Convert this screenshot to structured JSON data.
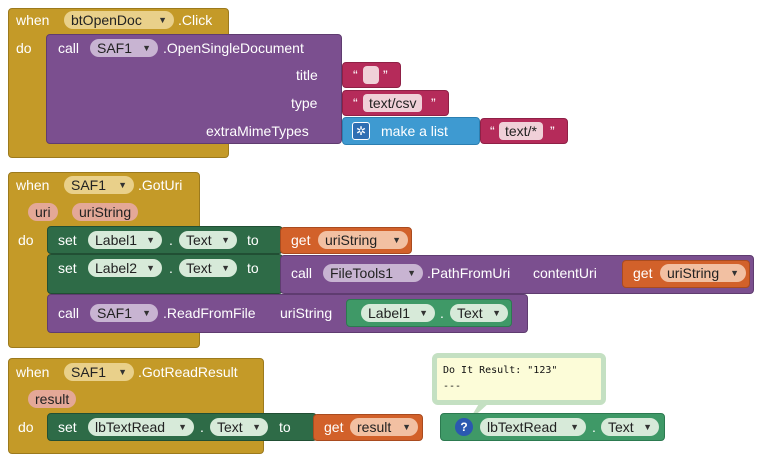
{
  "colors": {
    "event": "#c49a28",
    "procedure": "#7b4f8f",
    "setter": "#2e6b47",
    "text": "#b52b5a",
    "list": "#3e9ad1",
    "getter": "#d2612a",
    "component": "#3f9967"
  },
  "block1": {
    "when": "when",
    "component": "btOpenDoc",
    "event": ".Click",
    "do": "do",
    "call": "call",
    "call_component": "SAF1",
    "method": ".OpenSingleDocument",
    "title_label": "title",
    "title_value": "",
    "type_label": "type",
    "type_value": "text/csv",
    "extra_label": "extraMimeTypes",
    "make_list": "make a list",
    "list_item": "text/*",
    "quote_open": "“",
    "quote_close": "”"
  },
  "block2": {
    "when": "when",
    "component": "SAF1",
    "event": ".GotUri",
    "param1": "uri",
    "param2": "uriString",
    "do": "do",
    "set": "set",
    "set1_component": "Label1",
    "set1_prop": "Text",
    "to": "to",
    "get": "get",
    "get1_var": "uriString",
    "set2_component": "Label2",
    "set2_prop": "Text",
    "call": "call",
    "call_component": "FileTools1",
    "call_method": ".PathFromUri",
    "call_arg": "contentUri",
    "get2_var": "uriString",
    "call2_component": "SAF1",
    "call2_method": ".ReadFromFile",
    "call2_arg": "uriString",
    "arg_component": "Label1",
    "arg_prop": "Text"
  },
  "block3": {
    "when": "when",
    "component": "SAF1",
    "event": ".GotReadResult",
    "param": "result",
    "do": "do",
    "set": "set",
    "set_component": "lbTextRead",
    "set_prop": "Text",
    "to": "to",
    "get": "get",
    "get_var": "result",
    "orphan_component": "lbTextRead",
    "orphan_prop": "Text",
    "bubble_line1": "Do It Result: \"123\"",
    "bubble_line2": "---"
  },
  "icons": {
    "dropdown": "dropdown-arrow-icon",
    "mutator": "gear-icon",
    "help": "question-icon"
  }
}
